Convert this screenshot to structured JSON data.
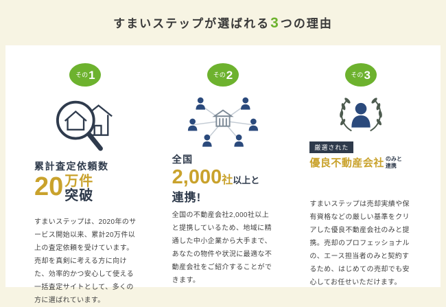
{
  "header": {
    "title_prefix": "すまいステップが選ばれる",
    "title_number": "3",
    "title_suffix": "つの理由"
  },
  "colors": {
    "background_cream": "#f7f4e3",
    "card_white": "#ffffff",
    "accent_green": "#6db22e",
    "accent_gold": "#c9a22c",
    "navy": "#2e3a4b",
    "person_blue": "#2b4a7c"
  },
  "reasons": [
    {
      "badge_label": "その",
      "badge_number": "1",
      "icon": "magnifier-house-icon",
      "headline_top": "累計査定依頼数",
      "headline_big": "20",
      "headline_unit": "万件",
      "headline_tail": "突破",
      "body": "すまいステップは、2020年のサービス開始以来、累計20万件以上の査定依頼を受けています。売却を真剣に考える方に向けた、効率的かつ安心して使える一括査定サイトとして、多くの方に選ばれています。"
    },
    {
      "badge_label": "その",
      "badge_number": "2",
      "icon": "network-companies-icon",
      "headline_top": "全国",
      "headline_big": "2,000",
      "headline_unit": "社",
      "headline_mid": "以上と",
      "headline_tail": "連携!",
      "body": "全国の不動産会社2,000社以上と提携しているため、地域に精通した中小企業から大手まで、あなたの物件や状況に最適な不動産会社をご紹介することができます。"
    },
    {
      "badge_label": "その",
      "badge_number": "3",
      "icon": "laurel-agent-icon",
      "tag": "厳選された",
      "headline_big": "優良不動産会社",
      "headline_small1": "のみと",
      "headline_small2": "連携",
      "body": "すまいステップは売却実績や保有資格などの厳しい基準をクリアした優良不動産会社のみと提携。売却のプロフェッショナルの、エース担当者のみと契約するため、はじめての売却でも安心してお任せいただけます。"
    }
  ]
}
